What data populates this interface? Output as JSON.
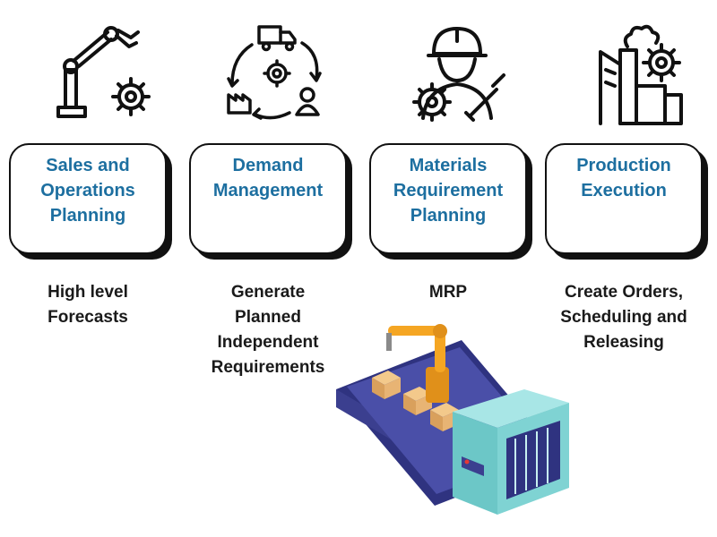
{
  "steps": [
    {
      "icon": "robot-arm-gear-icon",
      "title": [
        "Sales and",
        "Operations",
        "Planning"
      ],
      "description": [
        "High level",
        "Forecasts"
      ]
    },
    {
      "icon": "supply-cycle-icon",
      "title": [
        "Demand",
        "Management"
      ],
      "description": [
        "Generate",
        "Planned",
        "Independent",
        "Requirements"
      ]
    },
    {
      "icon": "engineer-gear-icon",
      "title": [
        "Materials",
        "Requirement",
        "Planning"
      ],
      "description": [
        "MRP"
      ]
    },
    {
      "icon": "factory-gear-icon",
      "title": [
        "Production",
        "Execution"
      ],
      "description": [
        "Create Orders,",
        "Scheduling and",
        "Releasing"
      ]
    }
  ],
  "illustration": {
    "icon": "conveyor-robot-illustration"
  },
  "colors": {
    "title": "#1d6fa0",
    "text": "#1a1a1a",
    "border": "#111111",
    "robot": "#f5a623",
    "machine": "#7fd3d3",
    "belt": "#3b3f8f"
  }
}
